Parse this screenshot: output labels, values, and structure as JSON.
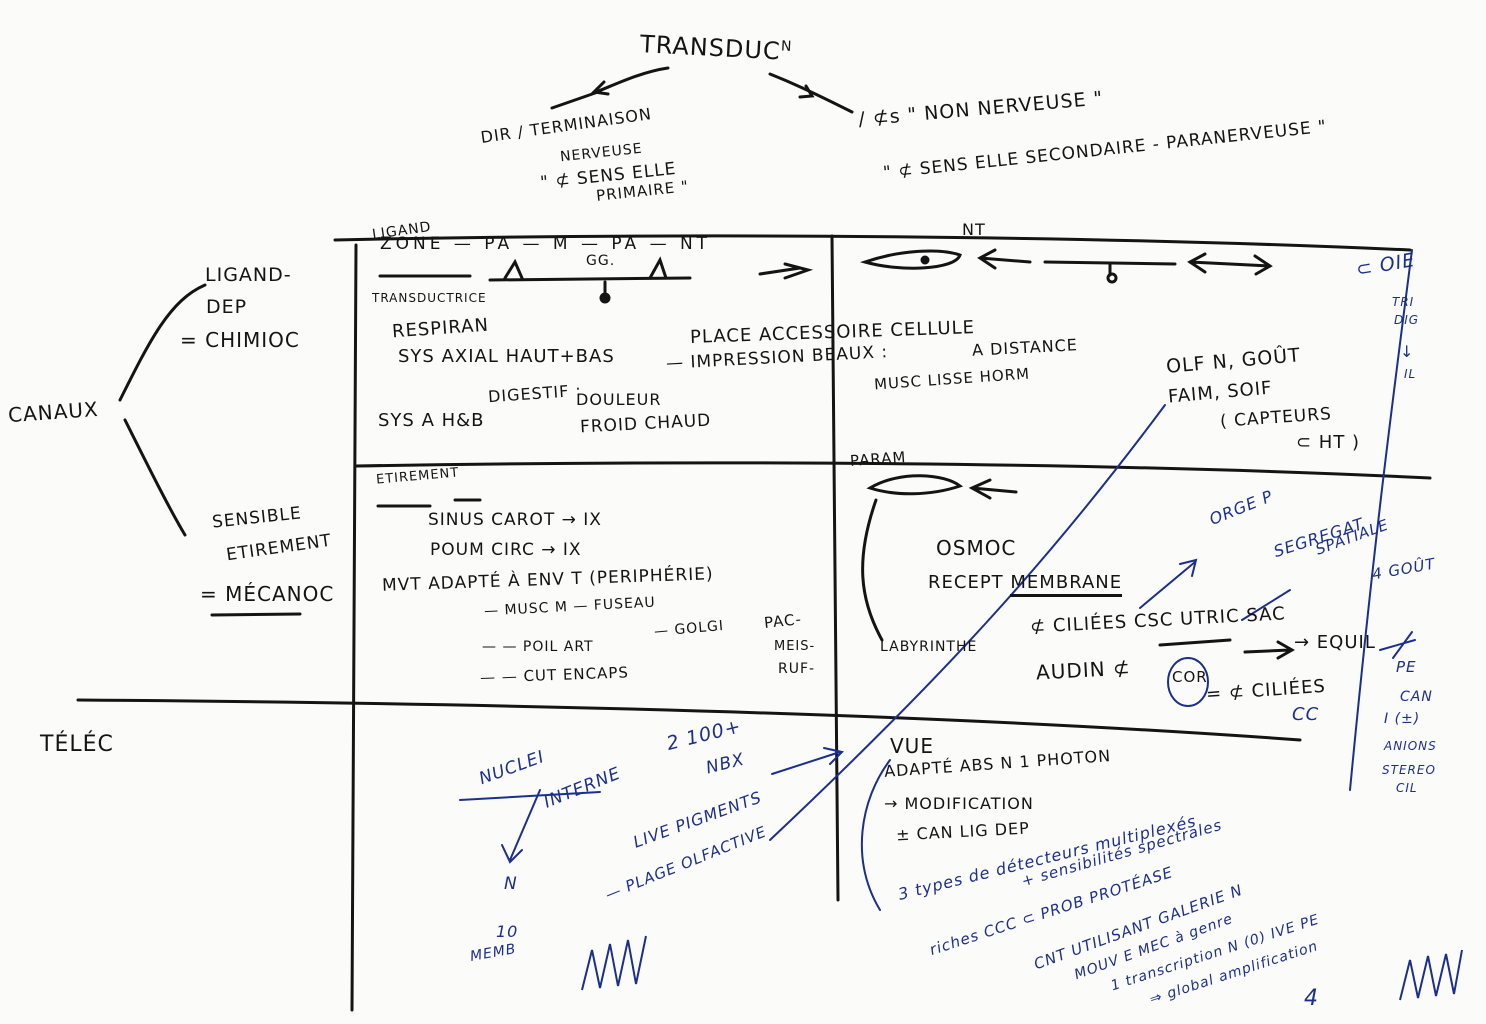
{
  "colors": {
    "ink": "#141414",
    "blue": "#1b2f8c",
    "paper": "#fbfbf9"
  },
  "top": {
    "title": "TRANSDUC",
    "title_sup": "N",
    "left_branch": [
      "DIR / TERMINAISON",
      "NERVEUSE",
      "\" ⊄ SENS ELLE",
      "PRIMAIRE \""
    ],
    "right_branch": [
      "/ ⊄s \" NON NERVEUSE \"",
      "\" ⊄ SENS ELLE SECONDAIRE - PARANERVEUSE \""
    ]
  },
  "left": {
    "canaux": "CANAUX",
    "ligand": [
      "LIGAND-",
      "DEP",
      "= CHIMIOC"
    ],
    "sensible": [
      "SENSIBLE",
      "ETIREMENT",
      "= MÉCANOC"
    ],
    "telec": "TÉLÉC"
  },
  "cell_a": {
    "hdr1": "LIGAND",
    "hdr2": "ZONE — PA — M — PA — NT",
    "gg": "GG.",
    "transduc": "TRANSDUCTRICE",
    "l1": "RESPIRAN",
    "l2": "SYS AXIAL HAUT+BAS",
    "l3": "DIGESTIF :",
    "l4": "SYS A H&B",
    "l5": "DOULEUR",
    "l6": "FROID CHAUD"
  },
  "cell_b": {
    "nt": "NT",
    "l1": "PLACE ACCESSOIRE CELLULE",
    "l2": "— IMPRESSION BEAUX :",
    "l3": "A DISTANCE",
    "l4": "MUSC LISSE HORM",
    "l5": [
      "OLF N, GOÛT",
      "FAIM, SOIF",
      "( CAPTEURS",
      "⊂ HT )"
    ]
  },
  "cell_c": {
    "hdr": "ETIREMENT",
    "l1": "SINUS CAROT → IX",
    "l2": "POUM CIRC → IX",
    "l3": "MVT ADAPTÉ À ENV T (PERIPHÉRIE)",
    "l4": "— MUSC M — FUSEAU",
    "l5": "— GOLGI",
    "l6": "— — POIL ART",
    "l7": "— — CUT ENCAPS",
    "l8": [
      "PAC-",
      "MEIS-",
      "RUF-"
    ]
  },
  "cell_d": {
    "hdr": "PARAM",
    "l1": "OSMOC",
    "l2": "RECEPT",
    "l2u": "MEMBRANE",
    "l3": "LABYRINTHE",
    "l4": "⊄ CILIÉES CSC UTRIC SAC",
    "l5": "→ EQUIL",
    "l6": "AUDIN ⊄",
    "l6c": "COR",
    "l7": "= ⊄ CILIÉES",
    "l8": "CC"
  },
  "blue_notes": {
    "top_right": [
      "⊂ OIE",
      "TRI",
      "DIG",
      "↓",
      "IL"
    ],
    "n1": "ORGE P",
    "n2": [
      "SEGREGAT",
      "SPATIALE"
    ],
    "n3": "4 GOÛT",
    "n4": "PE",
    "n5": [
      "CAN",
      "I (±)",
      "ANIONS",
      "STEREO",
      "CIL"
    ],
    "t1": "NUCLEI",
    "t2": "INTERNE",
    "t3": "2 100+",
    "t4": "NBX",
    "t5": "LIVE PIGMENTS",
    "t6": "— PLAGE OLFACTIVE",
    "t7": "N",
    "t8": [
      "10",
      "MEMB"
    ],
    "v1": "VUE",
    "v2": "ADAPTÉ ABS N 1 PHOTON",
    "v3": "→ MODIFICATION",
    "v4": "± CAN LIG DEP",
    "v5": "3 types de détecteurs multiplexés",
    "v6": "+ sensibilités spectrales",
    "v7": "riches CCC ⊂ PROB PROTÉASE",
    "v8": "CNT UTILISANT GALERIE N",
    "v9": "MOUV E MEC à genre",
    "v10": "1 transcription N (0) IVE PE",
    "v11": "⇒ global amplification",
    "v12": "4"
  }
}
